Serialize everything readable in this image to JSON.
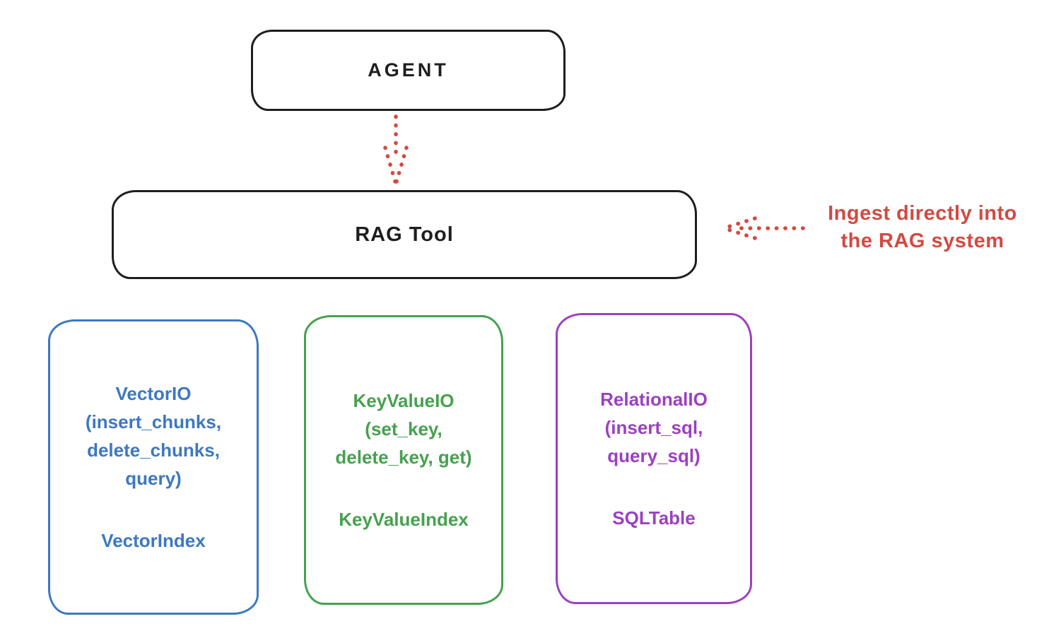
{
  "agent_box": {
    "label": "AGENT",
    "border_color": "#1e1e1e"
  },
  "rag_tool_box": {
    "label": "RAG Tool",
    "border_color": "#1e1e1e"
  },
  "flow_arrow": {
    "color": "#d24a41"
  },
  "annotation": {
    "line1": "Ingest directly into",
    "line2": "the RAG system",
    "color": "#d24a41"
  },
  "modules": [
    {
      "name": "vector-io",
      "color": "#3d78c0",
      "api_lines": [
        "VectorIO",
        "(insert_chunks,",
        "delete_chunks,",
        "query)"
      ],
      "index_label": "VectorIndex"
    },
    {
      "name": "keyvalue-io",
      "color": "#46a14e",
      "api_lines": [
        "KeyValueIO",
        "(set_key,",
        "delete_key, get)"
      ],
      "index_label": "KeyValueIndex"
    },
    {
      "name": "relational-io",
      "color": "#9c40c0",
      "api_lines": [
        "RelationalIO",
        "(insert_sql,",
        "query_sql)"
      ],
      "index_label": "SQLTable"
    }
  ]
}
